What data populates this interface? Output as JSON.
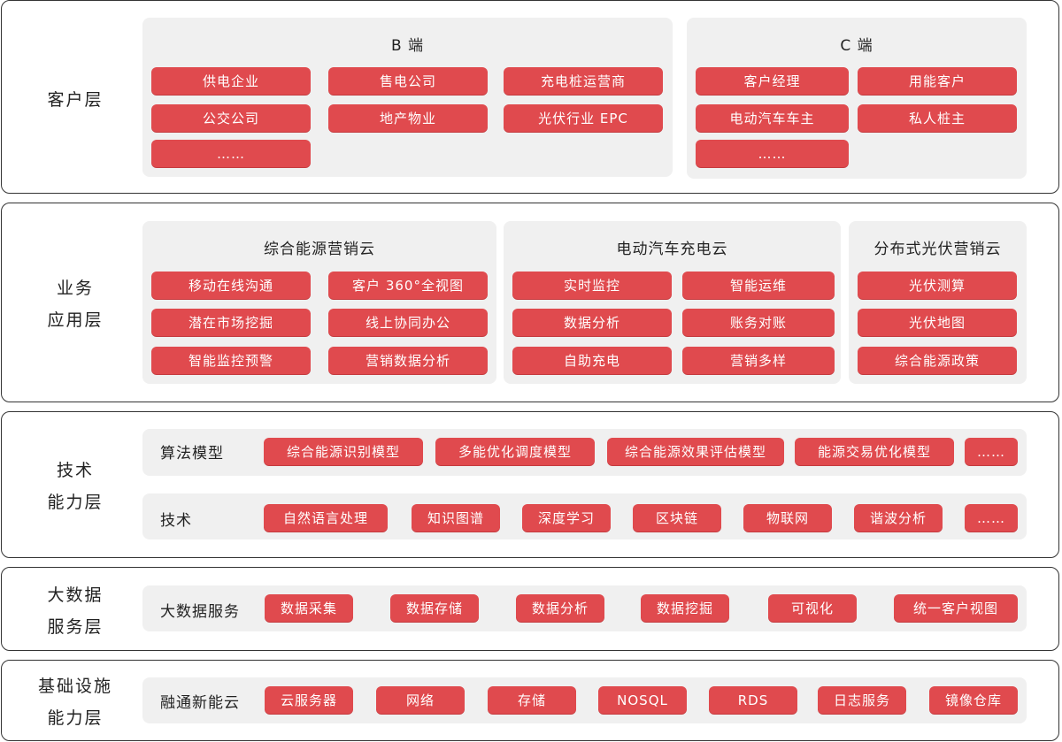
{
  "layers": {
    "customer": {
      "label": "客户层",
      "b_title": "B 端",
      "b_items": [
        "供电企业",
        "售电公司",
        "充电桩运营商",
        "公交公司",
        "地产物业",
        "光伏行业 EPC",
        "……"
      ],
      "c_title": "C 端",
      "c_items": [
        "客户经理",
        "用能客户",
        "电动汽车车主",
        "私人桩主",
        "……"
      ]
    },
    "business": {
      "label_line1": "业务",
      "label_line2": "应用层",
      "p1_title": "综合能源营销云",
      "p1_items": [
        "移动在线沟通",
        "客户 360°全视图",
        "潜在市场挖掘",
        "线上协同办公",
        "智能监控预警",
        "营销数据分析"
      ],
      "p2_title": "电动汽车充电云",
      "p2_items": [
        "实时监控",
        "智能运维",
        "数据分析",
        "账务对账",
        "自助充电",
        "营销多样"
      ],
      "p3_title": "分布式光伏营销云",
      "p3_items": [
        "光伏测算",
        "光伏地图",
        "综合能源政策"
      ]
    },
    "tech": {
      "label_line1": "技术",
      "label_line2": "能力层",
      "algo_label": "算法模型",
      "algo_items": [
        "综合能源识别模型",
        "多能优化调度模型",
        "综合能源效果评估模型",
        "能源交易优化模型",
        "……"
      ],
      "tech_label": "技术",
      "tech_items": [
        "自然语言处理",
        "知识图谱",
        "深度学习",
        "区块链",
        "物联网",
        "谐波分析",
        "……"
      ]
    },
    "bigdata": {
      "label_line1": "大数据",
      "label_line2": "服务层",
      "row_label": "大数据服务",
      "items": [
        "数据采集",
        "数据存储",
        "数据分析",
        "数据挖掘",
        "可视化",
        "统一客户视图"
      ]
    },
    "infra": {
      "label_line1": "基础设施",
      "label_line2": "能力层",
      "row_label": "融通新能云",
      "items": [
        "云服务器",
        "网络",
        "存储",
        "NOSQL",
        "RDS",
        "日志服务",
        "镜像仓库"
      ]
    }
  },
  "colors": {
    "chip": "#e04a4e",
    "panel": "#f0f0f0",
    "border": "#333333"
  }
}
